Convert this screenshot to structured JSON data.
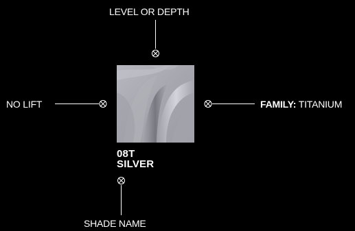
{
  "diagram": {
    "labels": {
      "level": "LEVEL OR DEPTH",
      "lift": "NO LIFT",
      "family_key": "FAMILY:",
      "family_value": "TITANIUM",
      "shade_name": "SHADE NAME"
    },
    "shade": {
      "code": "08T",
      "name": "SILVER"
    },
    "colors": {
      "background": "#000000",
      "line": "#ffffff",
      "text": "#ffffff",
      "swatch_base": "#a9a9b1"
    }
  }
}
